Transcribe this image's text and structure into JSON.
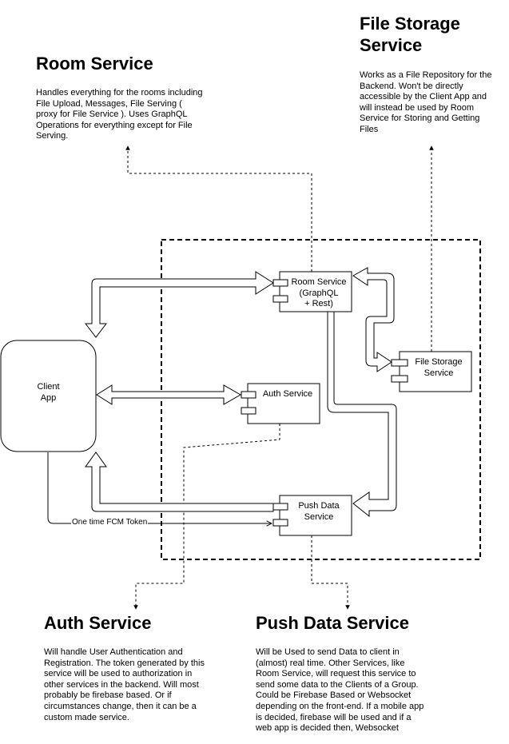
{
  "sections": {
    "room": {
      "title": "Room Service",
      "text": "Handles everything for the rooms including\nFile Upload, Messages, File Serving (\nproxy for File Service ).  Uses GraphQL\nOperations for everything except for File\nServing."
    },
    "file_storage": {
      "title": "File Storage\nService",
      "text": "Works as a File Repository for the\nBackend. Won't be directly\naccessible by the Client App and\nwill instead be used by Room\nService for Storing and Getting\nFiles"
    },
    "auth": {
      "title": "Auth Service",
      "text": "Will handle User Authentication and\nRegistration. The token generated by this\nservice will be used to authorization in\nother services in the backend. Will most\nprobably be firebase based. Or if\ncircumstances change, then it can be a\ncustom made service."
    },
    "push": {
      "title": "Push Data Service",
      "text": "Will be Used to send Data to client in\n(almost) real time. Other Services, like\nRoom Service, will request this service to\nsend some data to the Clients of a Group.\nCould be Firebase Based or Websocket\ndepending on the front-end. If a mobile app\nis decided, firebase will be used and if a\nweb app is decided then, Websocket"
    }
  },
  "nodes": {
    "client": "Client\nApp",
    "room": "Room Service\n(GraphQL\n+ Rest)",
    "auth": "Auth Service",
    "file_storage": "File Storage\nService",
    "push": "Push Data\nService"
  },
  "edges": {
    "fcm_label": "One time FCM Token"
  },
  "colors": {
    "stroke": "#000000",
    "background": "#ffffff"
  }
}
